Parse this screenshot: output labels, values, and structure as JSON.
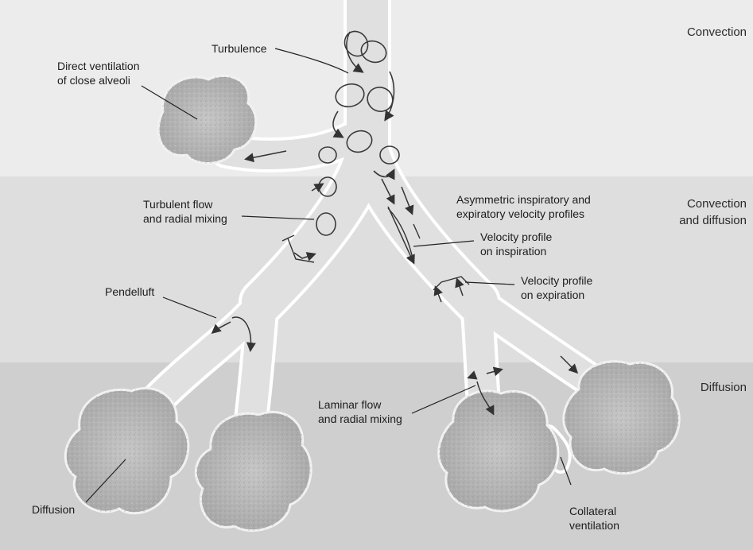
{
  "zones": [
    {
      "id": "upper",
      "label": "Convection"
    },
    {
      "id": "middle",
      "label": "Convection\nand diffusion"
    },
    {
      "id": "lower",
      "label": "Diffusion"
    }
  ],
  "labels": {
    "turbulence": "Turbulence",
    "direct_ventilation": "Direct ventilation\nof close alveoli",
    "turbulent_flow": "Turbulent flow\nand radial mixing",
    "asymmetric": "Asymmetric inspiratory and\nexpiratory velocity profiles",
    "velocity_inspiration": "Velocity profile\non inspiration",
    "velocity_expiration": "Velocity profile\non expiration",
    "pendelluft": "Pendelluft",
    "laminar_flow": "Laminar flow\nand radial mixing",
    "diffusion": "Diffusion",
    "collateral": "Collateral\nventilation"
  },
  "colors": {
    "band_upper": "#ececec",
    "band_middle": "#dedede",
    "band_lower": "#cfcfcf",
    "airway_fill": "#e0e0e0",
    "airway_edge": "#ffffff",
    "alveolus_fill": "#b4b4b4",
    "line": "#333333"
  }
}
